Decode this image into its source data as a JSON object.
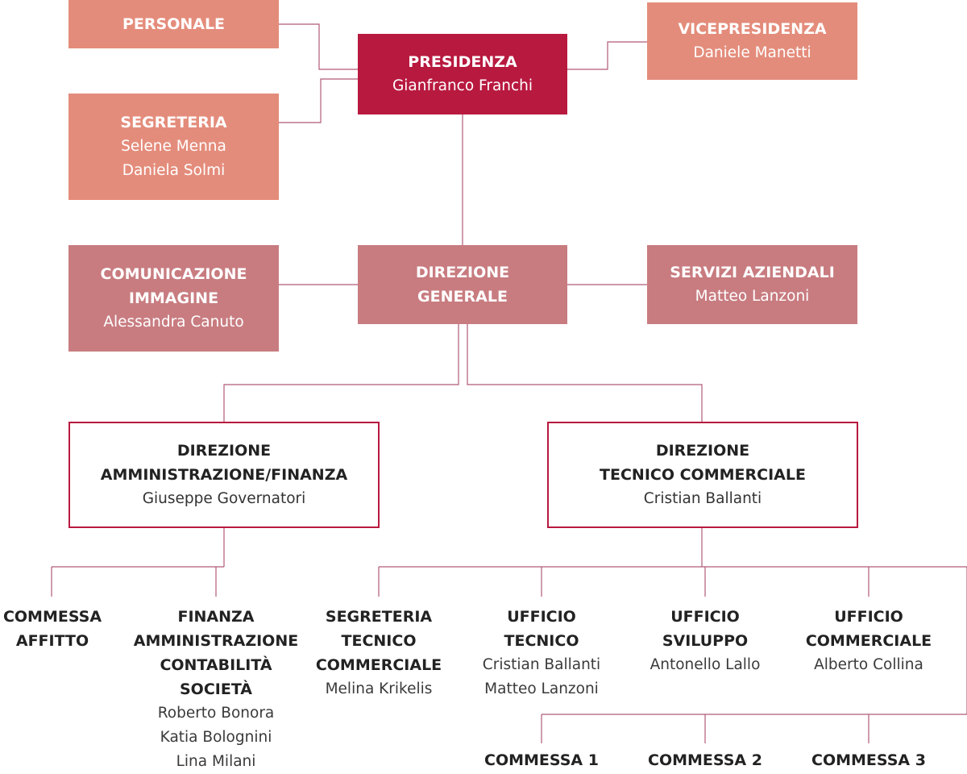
{
  "nodes": {
    "personale": {
      "title": "PERSONALE",
      "names": ""
    },
    "presidenza": {
      "title": "PRESIDENZA",
      "names": "Gianfranco Franchi"
    },
    "vicepresidenza": {
      "title": "VICEPRESIDENZA",
      "names": "Daniele Manetti"
    },
    "segreteria": {
      "title": "SEGRETERIA",
      "names": "Selene Menna\nDaniela Solmi"
    },
    "comunicazione": {
      "title": "COMUNICAZIONE\nIMMAGINE",
      "names": "Alessandra Canuto"
    },
    "direzione_generale": {
      "title": "DIREZIONE\nGENERALE",
      "names": ""
    },
    "servizi_aziendali": {
      "title": "SERVIZI AZIENDALI",
      "names": "Matteo Lanzoni"
    },
    "direzione_amm_fin": {
      "title": "DIREZIONE\nAMMINISTRAZIONE/FINANZA",
      "names": "Giuseppe Governatori"
    },
    "direzione_tec_comm": {
      "title": "DIREZIONE\nTECNICO COMMERCIALE",
      "names": "Cristian Ballanti"
    },
    "commessa_affitto": {
      "title": "COMMESSA\nAFFITTO",
      "names": ""
    },
    "finanza": {
      "title": "FINANZA\nAMMINISTRAZIONE\nCONTABILITÀ\nSOCIETÀ",
      "names": "Roberto Bonora\nKatia Bolognini\nLina Milani"
    },
    "segreteria_tecnico": {
      "title": "SEGRETERIA\nTECNICO\nCOMMERCIALE",
      "names": "Melina Krikelis"
    },
    "ufficio_tecnico": {
      "title": "UFFICIO\nTECNICO",
      "names": "Cristian Ballanti\nMatteo Lanzoni"
    },
    "ufficio_sviluppo": {
      "title": "UFFICIO\nSVILUPPO",
      "names": "Antonello Lallo"
    },
    "ufficio_commerciale": {
      "title": "UFFICIO\nCOMMERCIALE",
      "names": "Alberto Collina"
    },
    "commessa_1": {
      "title": "COMMESSA 1",
      "names": ""
    },
    "commessa_2": {
      "title": "COMMESSA 2",
      "names": ""
    },
    "commessa_3": {
      "title": "COMMESSA 3",
      "names": ""
    }
  },
  "colors": {
    "salmon": "#e48c7b",
    "crimson": "#b8193f",
    "rose": "#c87c80",
    "connector": "#b05a78"
  }
}
